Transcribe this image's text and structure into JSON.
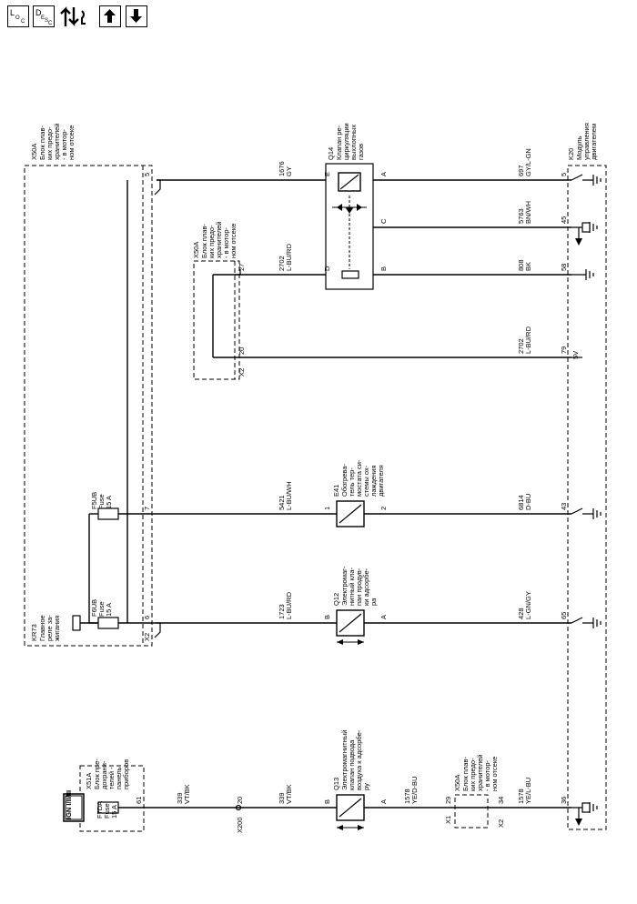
{
  "toolbar": {
    "loc": {
      "main": "L",
      "sub1": "O",
      "sub2": "C"
    },
    "desc": {
      "main": "D",
      "sub1": "E",
      "sub2": "S",
      "sub3": "C"
    }
  },
  "ign": "IGN I/II/III",
  "x51a": {
    "id": "X51A",
    "desc": [
      "Блок пре-",
      "дохрани-",
      "телей -",
      "панель",
      "приборов"
    ],
    "fuse": [
      "F7DA",
      "Fuse",
      "15 A"
    ],
    "pin": "61"
  },
  "x50a_top": {
    "id": "X50A",
    "desc": [
      "Блок плав-",
      "ких предо-",
      "хранителей",
      "- в мотор-",
      "ном отсеке"
    ]
  },
  "kr73": {
    "id": "KR73",
    "desc": [
      "Главное",
      "реле за-",
      "жигания"
    ]
  },
  "fuses": {
    "f5ub": [
      "F5UB",
      "Fuse",
      "15 A"
    ],
    "f6ub": [
      "F6UB",
      "Fuse",
      "15 A"
    ]
  },
  "x2_pins": {
    "p5": "5",
    "p7": "7",
    "p6": "6",
    "label": "X2"
  },
  "x200": {
    "id": "X200",
    "pin": "20"
  },
  "x50a_mid": {
    "id": "X50A",
    "desc": [
      "Блок плав-",
      "ких предо-",
      "хранителей",
      "- в мотор-",
      "ном отсеке"
    ],
    "pin27": "27",
    "pin20": "20",
    "x2": "X2"
  },
  "x50a_bot": {
    "id": "X50A",
    "desc": [
      "Блок плав-",
      "ких предо-",
      "хранителей",
      "- в мотор-",
      "ном отсеке"
    ],
    "x1": "X1",
    "pin29": "29",
    "pin34": "34",
    "x2": "X2"
  },
  "wires": {
    "w1676": [
      "1676",
      "GY"
    ],
    "w2702a": [
      "2702",
      "L-BU/RD"
    ],
    "w5421": [
      "5421",
      "L-BU/WH"
    ],
    "w1723": [
      "1723",
      "L-BU/RD"
    ],
    "w339a": [
      "339",
      "VT/BK"
    ],
    "w339b": [
      "339",
      "VT/BK"
    ],
    "w1578a": [
      "1578",
      "YE/D-BU"
    ],
    "w697": [
      "697",
      "GY/L-GN"
    ],
    "w5763": [
      "5763",
      "BN/WH"
    ],
    "w808": [
      "808",
      "BK"
    ],
    "w2702b": [
      "2702",
      "L-BU/RD"
    ],
    "w6814": [
      "6814",
      "D-BU"
    ],
    "w428": [
      "428",
      "L-GN/GY"
    ],
    "w1578b": [
      "1578",
      "YE/L-BU"
    ]
  },
  "q14": {
    "id": "Q14",
    "desc": [
      "Клапан ре-",
      "циркуляции",
      "выхлопных",
      "газов"
    ],
    "pins": {
      "E": "E",
      "D": "D",
      "A": "A",
      "C": "C",
      "B": "B"
    }
  },
  "e41": {
    "id": "E41",
    "desc": [
      "Обогрева-",
      "тель тер-",
      "мостата си-",
      "стемы ох-",
      "лаждения",
      "двигателя"
    ],
    "pins": {
      "p1": "1",
      "p2": "2"
    }
  },
  "q12": {
    "id": "Q12",
    "desc": [
      "Электромаг-",
      "нитный кла-",
      "пан продув-",
      "ки адсорбе-",
      "ра"
    ],
    "pins": {
      "B": "B",
      "A": "A"
    }
  },
  "q13": {
    "id": "Q13",
    "desc": [
      "Электромагнитный",
      "клапан подвода",
      "воздуха к адсорбе-",
      "ру"
    ],
    "pins": {
      "B": "B",
      "A": "A"
    }
  },
  "k20": {
    "id": "K20",
    "desc": [
      "Модуль",
      "управления",
      "двигателем"
    ],
    "pins": {
      "p5": "5",
      "p45": "45",
      "p58": "58",
      "p79": "79",
      "p43": "43",
      "p65": "65",
      "p36": "36"
    },
    "v5": "5V"
  }
}
